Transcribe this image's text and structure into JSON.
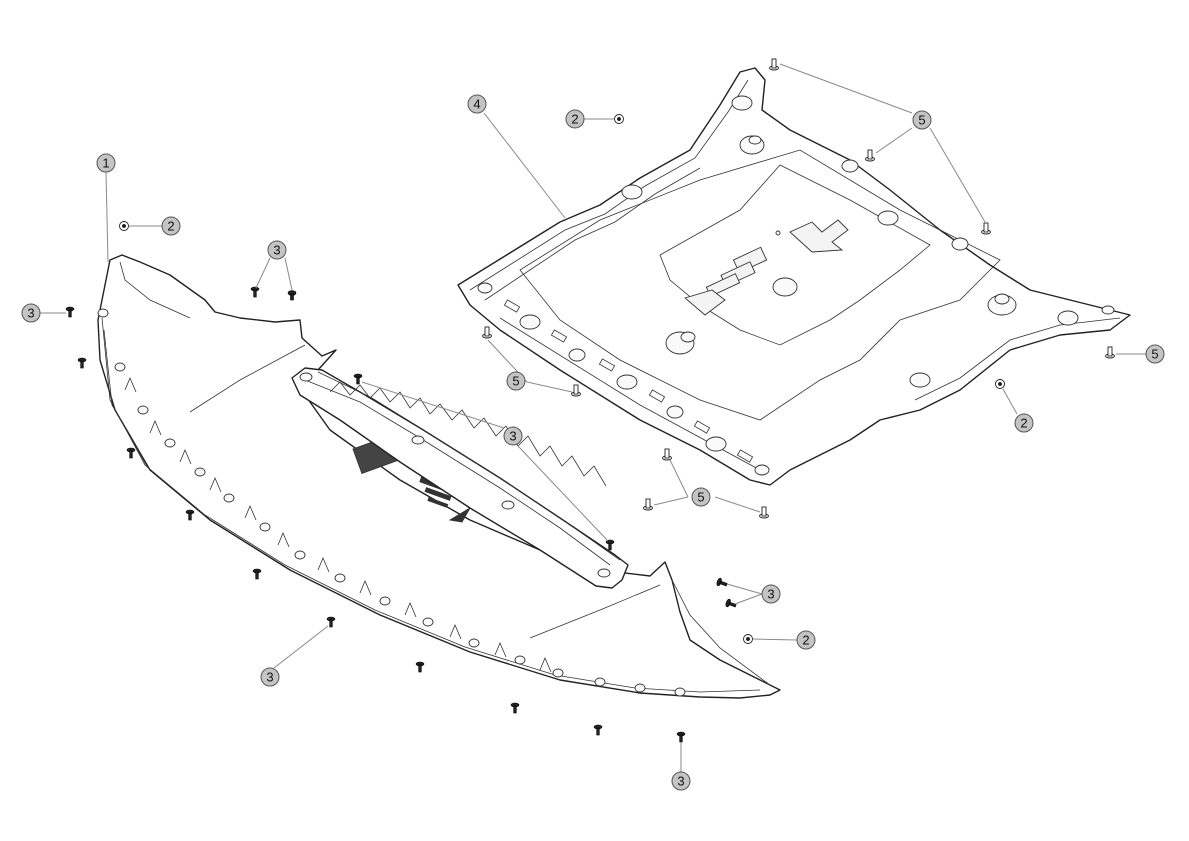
{
  "callouts": [
    {
      "label": "1"
    },
    {
      "label": "2"
    },
    {
      "label": "2"
    },
    {
      "label": "2"
    },
    {
      "label": "2"
    },
    {
      "label": "3"
    },
    {
      "label": "3"
    },
    {
      "label": "3"
    },
    {
      "label": "3"
    },
    {
      "label": "3"
    },
    {
      "label": "3"
    },
    {
      "label": "3"
    },
    {
      "label": "4"
    },
    {
      "label": "5"
    },
    {
      "label": "5"
    },
    {
      "label": "5"
    },
    {
      "label": "5"
    }
  ]
}
